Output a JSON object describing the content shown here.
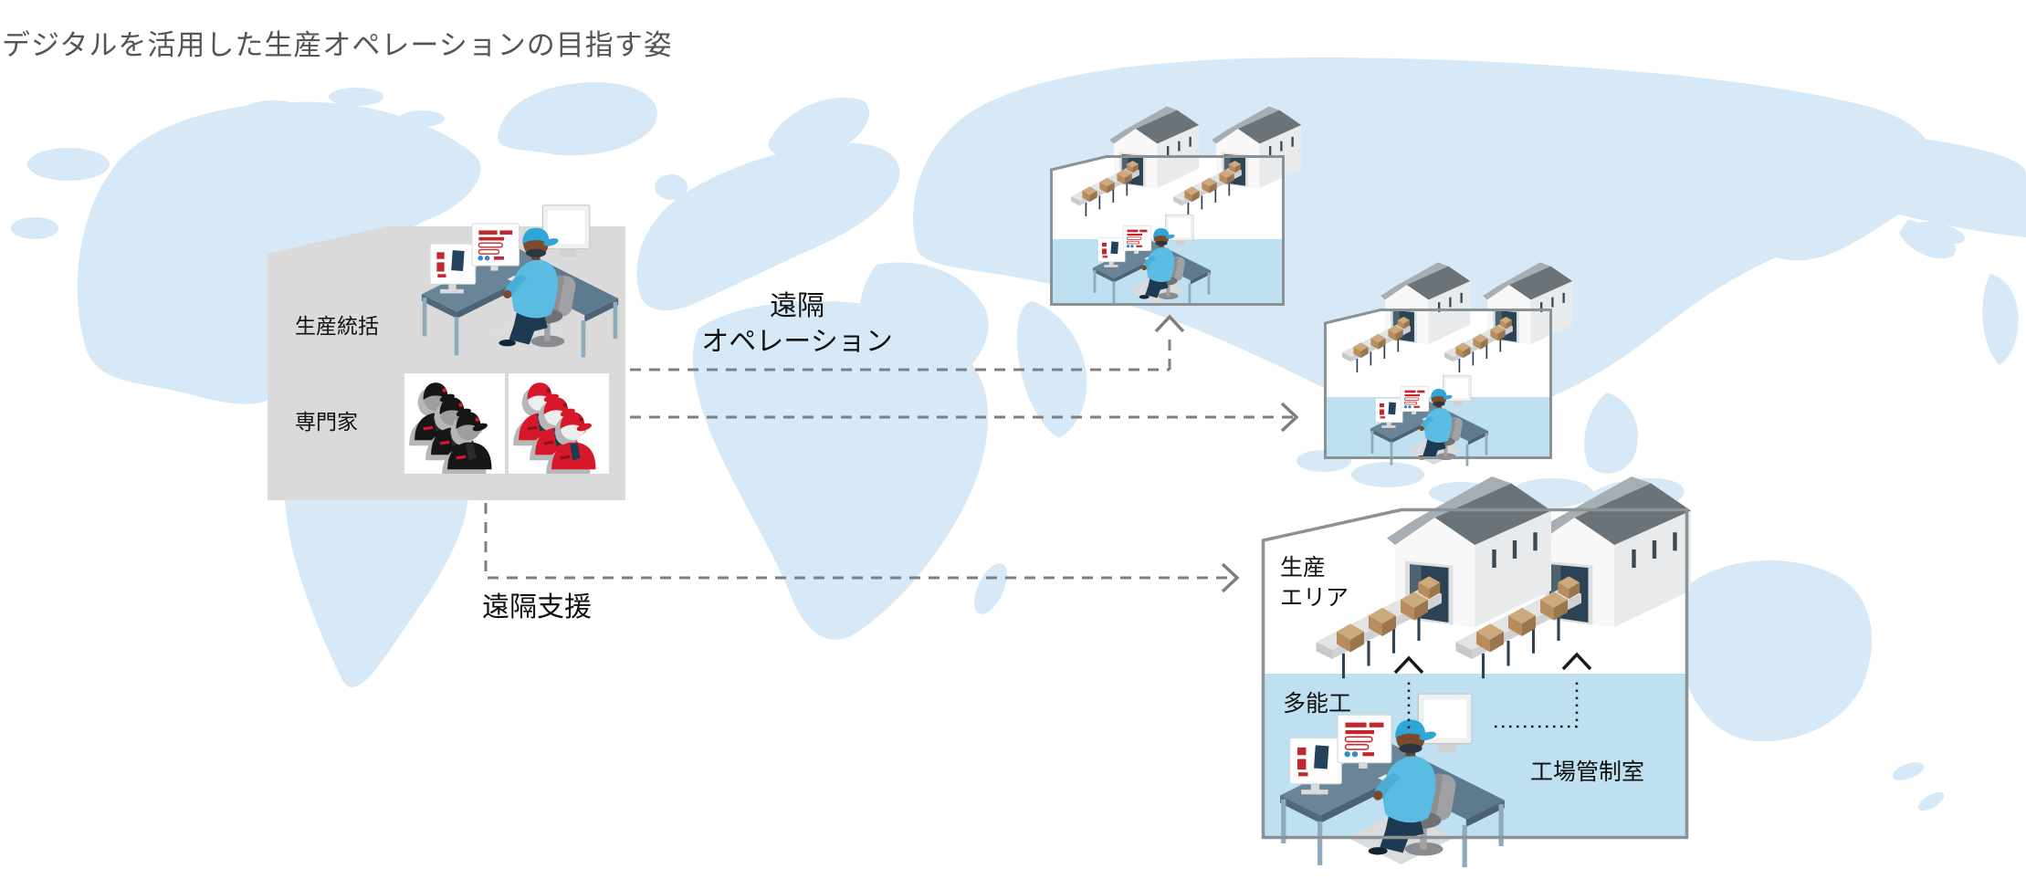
{
  "title": "デジタルを活用した生産オペレーションの目指す姿",
  "hq_panel": {
    "production_supervision_label": "生産統括",
    "experts_label": "専門家"
  },
  "arrows": {
    "remote_operation_label_line1": "遠隔",
    "remote_operation_label_line2": "オペレーション",
    "remote_support_label": "遠隔支援"
  },
  "factory_panel": {
    "production_area_label_line1": "生産",
    "production_area_label_line2": "エリア",
    "multi_skilled_worker_label": "多能工",
    "control_room_label": "工場管制室"
  },
  "colors": {
    "map_land": "#D7E9F6",
    "hq_box_gray": "#DADADA",
    "panel_border_gray": "#8A9296",
    "panel_floor_blue": "#BFE0F0",
    "accent_red": "#D7182A",
    "worker_blue": "#5ABCE0",
    "dashed_line_gray": "#7F7F7F",
    "roof_dark_gray": "#6B7378",
    "box_tan": "#CDAA7E"
  }
}
